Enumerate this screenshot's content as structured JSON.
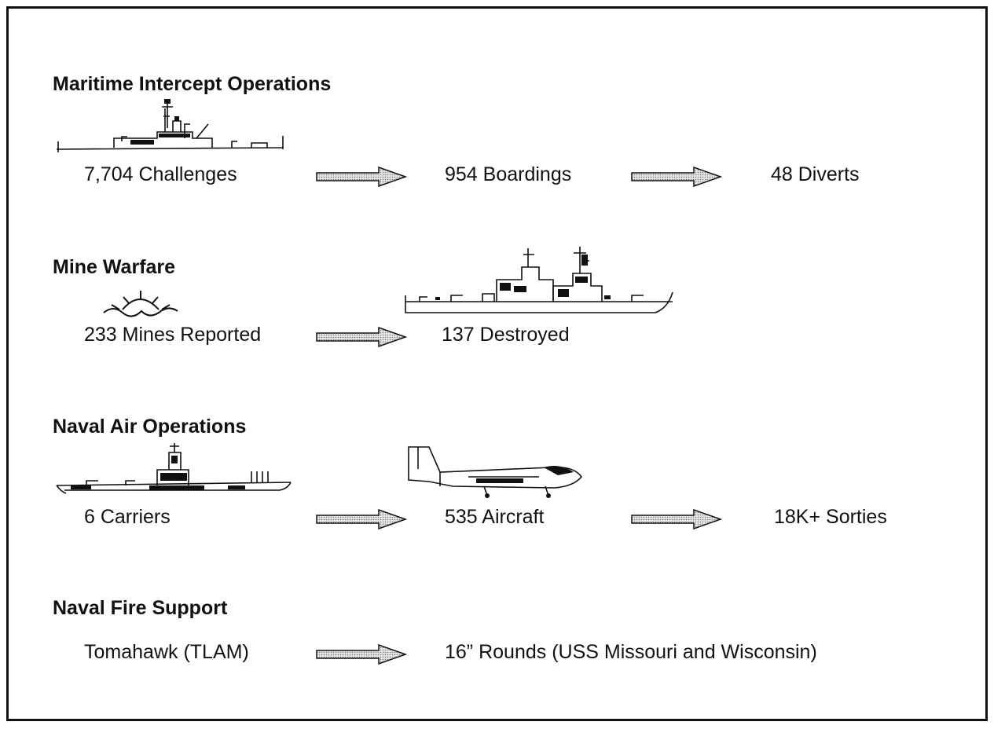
{
  "sections": [
    {
      "heading": "Maritime Intercept Operations",
      "steps": [
        "7,704 Challenges",
        "954 Boardings",
        "48 Diverts"
      ],
      "icon": "frigate-icon"
    },
    {
      "heading": "Mine Warfare",
      "steps": [
        "233 Mines Reported",
        "137 Destroyed"
      ],
      "icons": [
        "naval-mine-icon",
        "destroyer-icon"
      ]
    },
    {
      "heading": "Naval Air Operations",
      "steps": [
        "6 Carriers",
        "535 Aircraft",
        "18K+ Sorties"
      ],
      "icons": [
        "aircraft-carrier-icon",
        "attack-aircraft-icon"
      ]
    },
    {
      "heading": "Naval Fire Support",
      "steps": [
        "Tomahawk (TLAM)",
        "16” Rounds (USS Missouri and Wisconsin)"
      ]
    }
  ],
  "colors": {
    "line": "#111111",
    "arrow_fill": "#cfcfcf",
    "background": "#ffffff"
  }
}
